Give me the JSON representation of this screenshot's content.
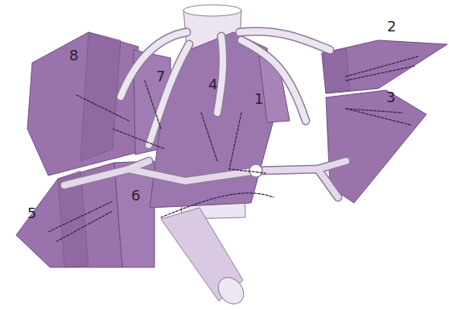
{
  "diagram": {
    "labels": [
      "2",
      "8",
      "7",
      "4",
      "3",
      "1",
      "6",
      "5"
    ]
  }
}
